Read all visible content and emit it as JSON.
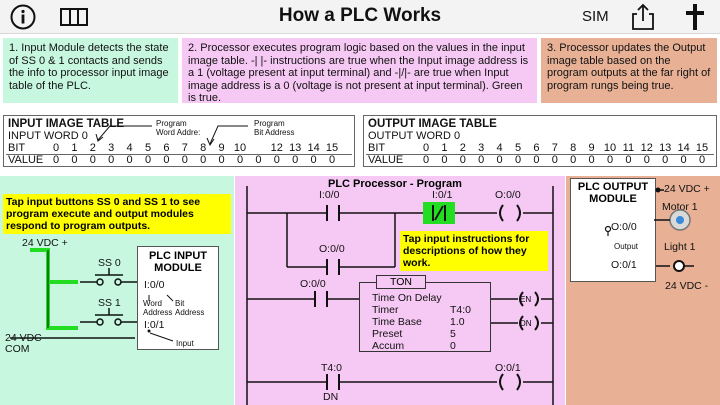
{
  "header": {
    "title": "How a PLC Works",
    "info_icon": "info-icon",
    "library_icon": "library-columns-icon",
    "sim_label": "SIM",
    "share_icon": "share-icon",
    "cross_icon": "cross-icon"
  },
  "info_panels": {
    "step1": "1. Input Module detects the state of SS 0 & 1 contacts and sends the info to processor input image table of the PLC.",
    "step2": "2. Processor executes program logic based on the values in the input image table. -| |- instructions are true when the Input image address is a 1 (voltage present at input terminal) and -|/|- are true when Input image address is a 0 (voltage is not present at input terminal). Green is true.",
    "step3": "3.  Processor updates the Output image table based on the program outputs at the far right of program rungs being true."
  },
  "input_table": {
    "title": "INPUT IMAGE TABLE",
    "word_label": "INPUT WORD  0",
    "bit_label": "BIT",
    "value_label": "VALUE",
    "program_word_label": "Program\nWord Addre:",
    "program_bit_label": "Program\nBit Address",
    "bits": [
      "0",
      "1",
      "2",
      "3",
      "4",
      "5",
      "6",
      "7",
      "8",
      "9",
      "10",
      "",
      "12",
      "13",
      "14",
      "15"
    ],
    "values": [
      "0",
      "0",
      "0",
      "0",
      "0",
      "0",
      "0",
      "0",
      "0",
      "0",
      "0",
      "0",
      "0",
      "0",
      "0",
      "0"
    ]
  },
  "output_table": {
    "title": "OUTPUT IMAGE TABLE",
    "word_label": "OUTPUT WORD  0",
    "bit_label": "BIT",
    "value_label": "VALUE",
    "bits": [
      "0",
      "1",
      "2",
      "3",
      "4",
      "5",
      "6",
      "7",
      "8",
      "9",
      "10",
      "11",
      "12",
      "13",
      "14",
      "15"
    ],
    "values": [
      "0",
      "0",
      "0",
      "0",
      "0",
      "0",
      "0",
      "0",
      "0",
      "0",
      "0",
      "0",
      "0",
      "0",
      "0",
      "0"
    ]
  },
  "input_module": {
    "tip": "Tap input buttons SS 0 and SS 1 to see program execute and output modules respond to program outputs.",
    "supply": "24 VDC +",
    "ss0": "SS 0",
    "ss1": "SS 1",
    "module_title": "PLC INPUT\nMODULE",
    "addr0": "I:0/0",
    "addr1": "I:0/1",
    "word_address": "Word\nAddress",
    "bit_address": "Bit\nAddress",
    "input_caption": "Input",
    "com": "24 VDC -\nCOM"
  },
  "program": {
    "title": "PLC Processor - Program",
    "rung1_contact1": "I:0/0",
    "rung1_contact2": "I:0/1",
    "rung1_coil": "O:0/0",
    "rung1_branch": "O:0/0",
    "tip": "Tap input instructions for descriptions of how they work.",
    "rung2_contact": "O:0/0",
    "ton": {
      "name": "TON",
      "line1": "Time On Delay",
      "timer_label": "Timer",
      "timer_value": "T4:0",
      "base_label": "Time Base",
      "base_value": "1.0",
      "preset_label": "Preset",
      "preset_value": "5",
      "accum_label": "Accum",
      "accum_value": "0",
      "en": "EN",
      "dn": "DN"
    },
    "rung3_contact": "T4:0",
    "rung3_contact_bit": "DN",
    "rung3_coil": "O:0/1"
  },
  "output_module": {
    "title": "PLC OUTPUT\nMODULE",
    "supply_pos": "24 VDC +",
    "motor": "Motor 1",
    "light": "Light 1",
    "addr0": "O:0/0",
    "output_caption": "Output",
    "addr1": "O:0/1",
    "supply_neg": "24 VDC -"
  },
  "colors": {
    "step1_bg": "#c8f7e0",
    "step2_bg": "#f6c9f4",
    "step3_bg": "#e8b196",
    "true_green": "#22dd22",
    "tip_yellow": "#ffff00"
  }
}
